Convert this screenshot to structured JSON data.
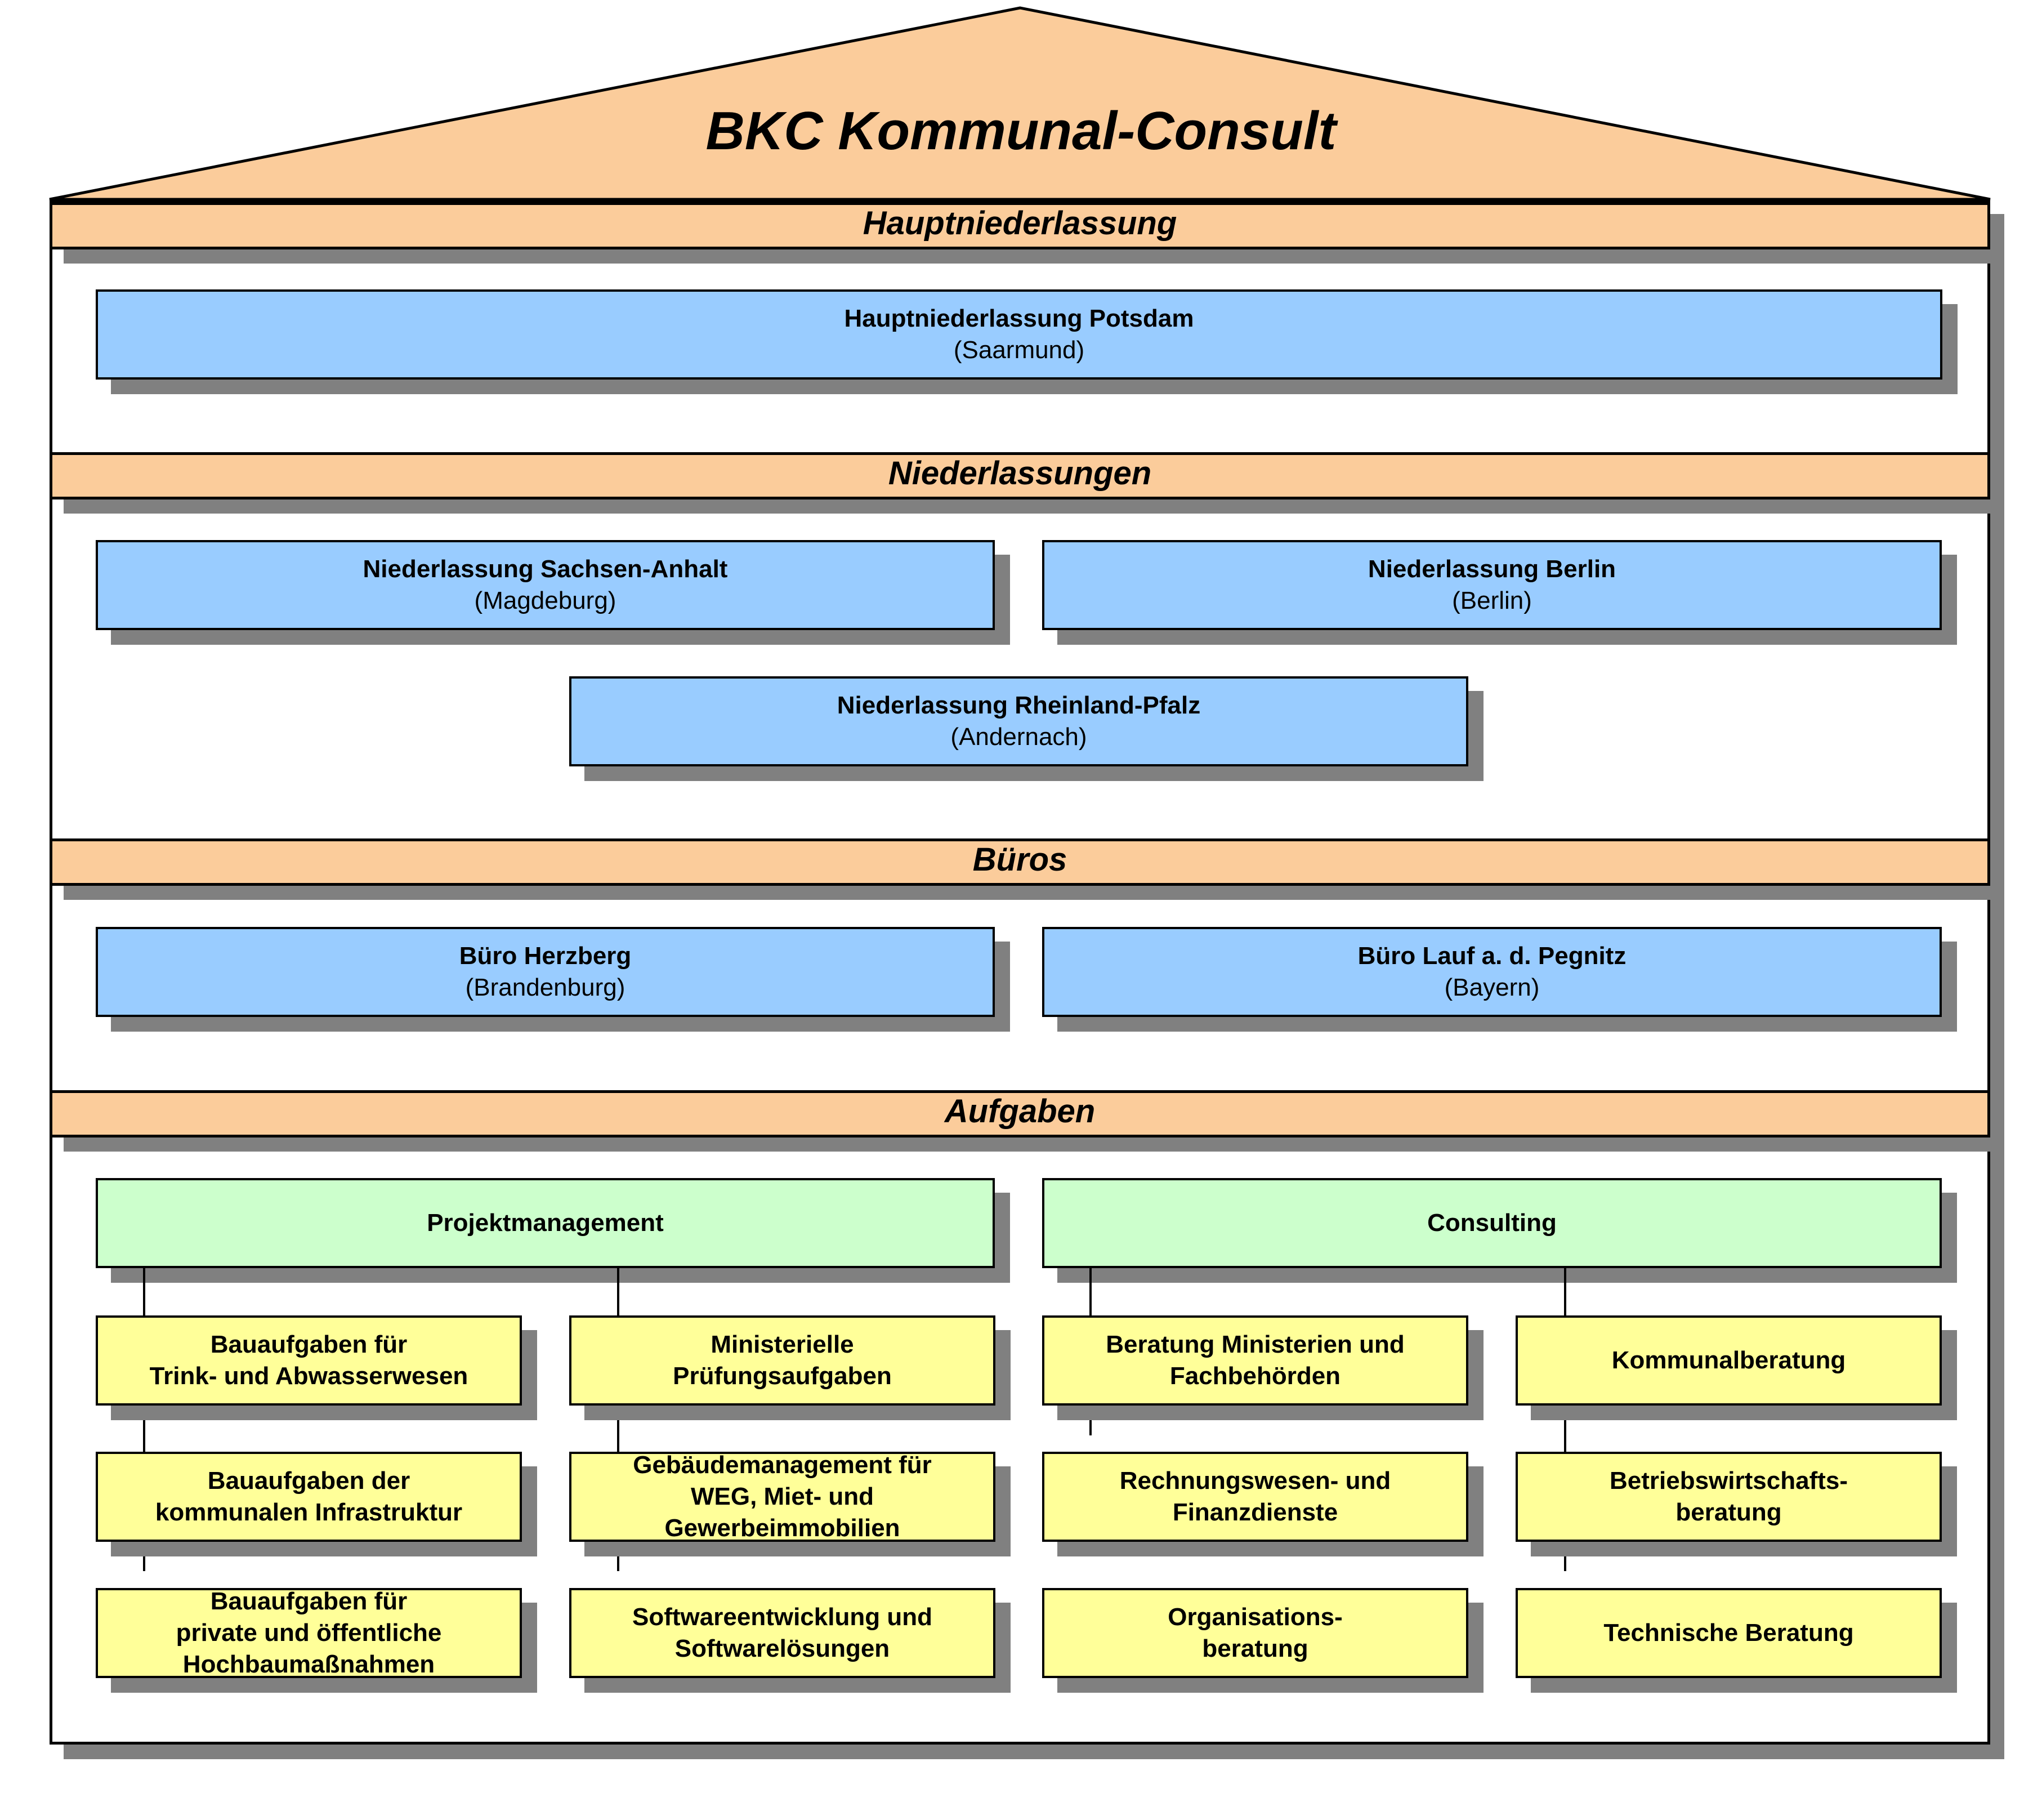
{
  "title": "BKC Kommunal-Consult",
  "colors": {
    "roof": "#fbcc9b",
    "band": "#fbcc9b",
    "location_box": "#99ccff",
    "category_box": "#ccffcc",
    "task_box": "#ffff99",
    "shadow": "#808080"
  },
  "sections": {
    "hauptniederlassung": {
      "label": "Hauptniederlassung",
      "boxes": [
        {
          "name": "Hauptniederlassung Potsdam",
          "location": "(Saarmund)"
        }
      ]
    },
    "niederlassungen": {
      "label": "Niederlassungen",
      "boxes": [
        {
          "name": "Niederlassung Sachsen-Anhalt",
          "location": "(Magdeburg)"
        },
        {
          "name": "Niederlassung Berlin",
          "location": "(Berlin)"
        },
        {
          "name": "Niederlassung Rheinland-Pfalz",
          "location": "(Andernach)"
        }
      ]
    },
    "bueros": {
      "label": "Büros",
      "boxes": [
        {
          "name": "Büro Herzberg",
          "location": "(Brandenburg)"
        },
        {
          "name": "Büro Lauf a. d. Pegnitz",
          "location": "(Bayern)"
        }
      ]
    },
    "aufgaben": {
      "label": "Aufgaben",
      "categories": [
        {
          "label": "Projektmanagement",
          "columns": [
            [
              "Bauaufgaben für\nTrink- und Abwasserwesen",
              "Bauaufgaben der\nkommunalen Infrastruktur",
              "Bauaufgaben für\nprivate und öffentliche\nHochbaumaßnahmen"
            ],
            [
              "Ministerielle\nPrüfungsaufgaben",
              "Gebäudemanagement für\nWEG, Miet- und\nGewerbeimmobilien",
              "Softwareentwicklung und\nSoftwarelösungen"
            ]
          ]
        },
        {
          "label": "Consulting",
          "columns": [
            [
              "Beratung Ministerien und\nFachbehörden",
              "Rechnungswesen- und\nFinanzdienste",
              "Organisations-\nberatung"
            ],
            [
              "Kommunalberatung",
              "Betriebswirtschafts-\nberatung",
              "Technische Beratung"
            ]
          ]
        }
      ]
    }
  }
}
